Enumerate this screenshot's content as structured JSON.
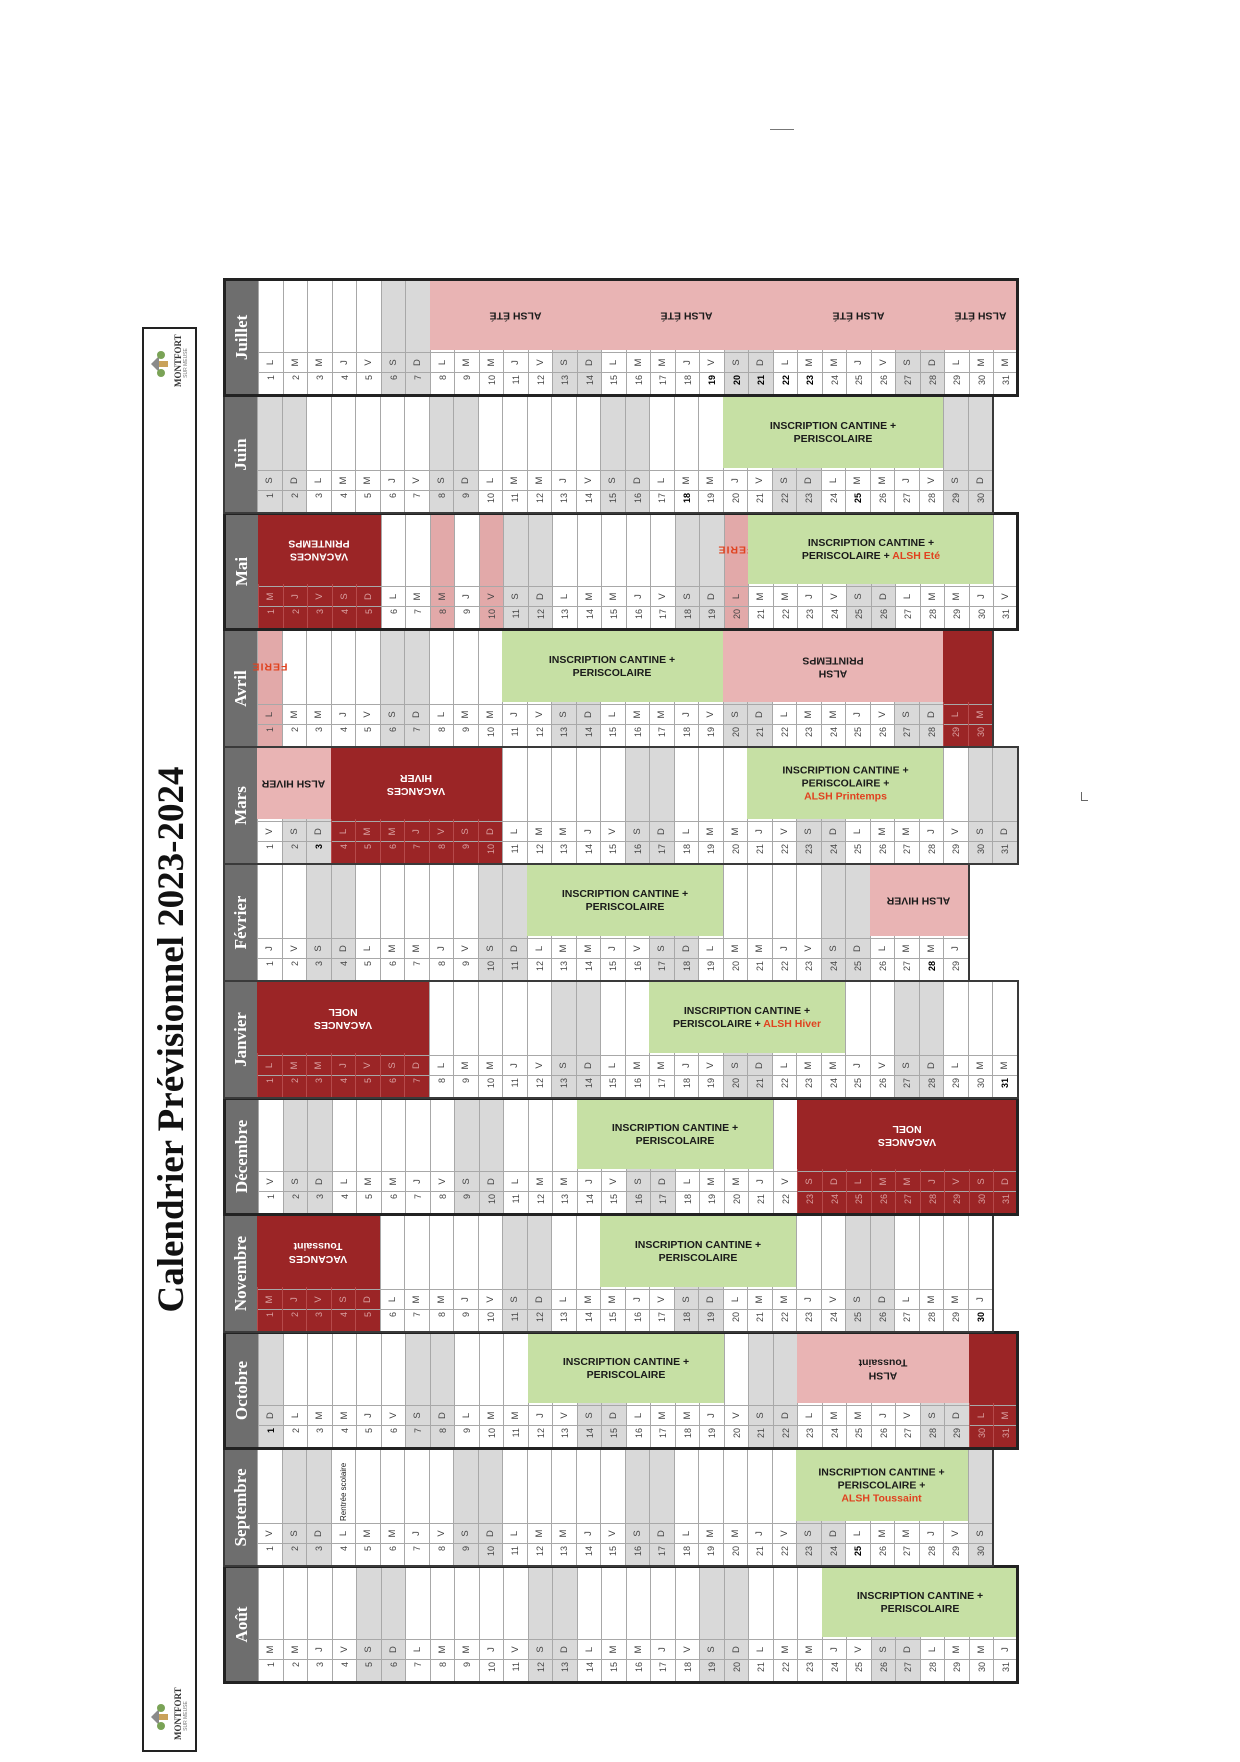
{
  "title": "Calendrier Prévisionnel 2023-2024",
  "logo": {
    "name": "MONTFORT",
    "sub": "SUR MEUSE"
  },
  "colors": {
    "vacances": "#9b2526",
    "alsh": "#e9b4b4",
    "inscription": "#c6e0a4",
    "header": "#6e6e6e",
    "weekend": "#d9d9d9",
    "alsh_text": "#e0421f"
  },
  "labels": {
    "inscription": "INSCRIPTION CANTINE +",
    "periscolaire": "PERISCOLAIRE",
    "periscolaire_plus": "PERISCOLAIRE +",
    "alsh_toussaint_inline": "ALSH Toussaint",
    "alsh_hiver_inline": "ALSH Hiver",
    "alsh_printemps_inline": "ALSH Printemps",
    "alsh_ete_inline": "ALSH Eté",
    "vacances": "VACANCES",
    "toussaint": "Toussaint",
    "noel": "NOEL",
    "hiver": "HIVER",
    "printemps": "PRINTEMPS",
    "alsh": "ALSH",
    "alsh_hiver": "ALSH HIVER",
    "alsh_ete": "ALSH ÉTÉ",
    "ferie": "FERIE",
    "rentree": "Rentrée scolaire"
  },
  "months": [
    {
      "name": "Août",
      "days": 31,
      "start": 2
    },
    {
      "name": "Septembre",
      "days": 30,
      "start": 5
    },
    {
      "name": "Octobre",
      "days": 31,
      "start": 0
    },
    {
      "name": "Novembre",
      "days": 30,
      "start": 3
    },
    {
      "name": "Décembre",
      "days": 31,
      "start": 5
    },
    {
      "name": "Janvier",
      "days": 31,
      "start": 1
    },
    {
      "name": "Février",
      "days": 29,
      "start": 4
    },
    {
      "name": "Mars",
      "days": 31,
      "start": 5
    },
    {
      "name": "Avril",
      "days": 30,
      "start": 1
    },
    {
      "name": "Mai",
      "days": 31,
      "start": 3
    },
    {
      "name": "Juin",
      "days": 30,
      "start": 6
    },
    {
      "name": "Juillet",
      "days": 31,
      "start": 1
    }
  ],
  "day_letters": [
    "D",
    "L",
    "M",
    "M",
    "J",
    "V",
    "S"
  ]
}
